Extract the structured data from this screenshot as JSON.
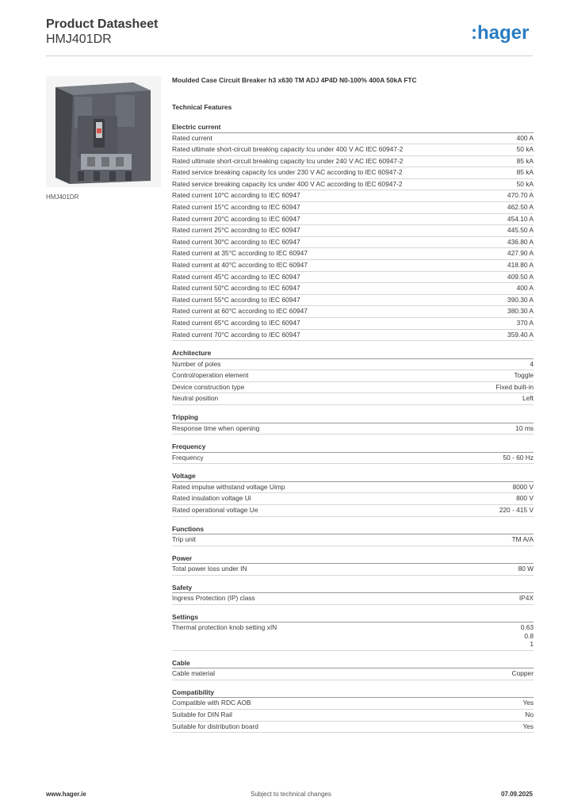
{
  "header": {
    "title": "Product Datasheet",
    "code": "HMJ401DR",
    "logo_text": ":hager",
    "brand_color": "#2a7cc2"
  },
  "product": {
    "image_caption": "HMJ401DR",
    "description": "Moulded Case Circuit Breaker h3 x630 TM ADJ 4P4D N0-100% 400A 50kA FTC",
    "tech_title": "Technical Features"
  },
  "sections": [
    {
      "title": "Electric current",
      "rows": [
        {
          "label": "Rated current",
          "value": "400 A"
        },
        {
          "label": "Rated ultimate short-circuit breaking capacity Icu under 400 V AC IEC 60947-2",
          "value": "50 kA"
        },
        {
          "label": "Rated ultimate short-circuit breaking capacity Icu under 240 V AC IEC 60947-2",
          "value": "85 kA"
        },
        {
          "label": "Rated service breaking capacity Ics under 230 V AC according to IEC 60947-2",
          "value": "85 kA"
        },
        {
          "label": "Rated service breaking capacity Ics under 400 V AC according to IEC 60947-2",
          "value": "50 kA"
        },
        {
          "label": "Rated current 10°C according to IEC 60947",
          "value": "470.70 A"
        },
        {
          "label": "Rated current 15°C according to IEC 60947",
          "value": "462.50 A"
        },
        {
          "label": "Rated current 20°C according to IEC 60947",
          "value": "454.10 A"
        },
        {
          "label": "Rated current 25°C according to IEC 60947",
          "value": "445.50 A"
        },
        {
          "label": "Rated current 30°C according to IEC 60947",
          "value": "436.80 A"
        },
        {
          "label": "Rated current at 35°C according to IEC 60947",
          "value": "427.90 A"
        },
        {
          "label": "Rated current at 40°C according to IEC 60947",
          "value": "418.80 A"
        },
        {
          "label": "Rated current 45°C according to IEC 60947",
          "value": "409.50 A"
        },
        {
          "label": "Rated current 50°C according to IEC 60947",
          "value": "400 A"
        },
        {
          "label": "Rated current 55°C according to IEC 60947",
          "value": "390.30 A"
        },
        {
          "label": "Rated current at 60°C according to IEC 60947",
          "value": "380.30 A"
        },
        {
          "label": "Rated current 65°C according to IEC 60947",
          "value": "370 A"
        },
        {
          "label": "Rated current 70°C according to IEC 60947",
          "value": "359.40 A"
        }
      ]
    },
    {
      "title": "Architecture",
      "rows": [
        {
          "label": "Number of poles",
          "value": "4"
        },
        {
          "label": "Control/operation element",
          "value": "Toggle"
        },
        {
          "label": "Device construction type",
          "value": "Fixed built-in"
        },
        {
          "label": "Neutral position",
          "value": "Left"
        }
      ]
    },
    {
      "title": "Tripping",
      "rows": [
        {
          "label": "Response time when opening",
          "value": "10 ms"
        }
      ]
    },
    {
      "title": "Frequency",
      "rows": [
        {
          "label": "Frequency",
          "value": "50 - 60 Hz"
        }
      ]
    },
    {
      "title": "Voltage",
      "rows": [
        {
          "label": "Rated impulse withstand voltage Uimp",
          "value": "8000 V"
        },
        {
          "label": "Rated insulation voltage Ui",
          "value": "800 V"
        },
        {
          "label": "Rated operational voltage Ue",
          "value": "220 - 415 V"
        }
      ]
    },
    {
      "title": "Functions",
      "rows": [
        {
          "label": "Trip unit",
          "value": "TM A/A"
        }
      ]
    },
    {
      "title": "Power",
      "rows": [
        {
          "label": "Total power loss under IN",
          "value": "80 W"
        }
      ]
    },
    {
      "title": "Safety",
      "rows": [
        {
          "label": "Ingress Protection (IP) class",
          "value": "IP4X"
        }
      ]
    },
    {
      "title": "Settings",
      "rows": [
        {
          "label": "Thermal protection knob setting xIN",
          "values": [
            "0.63",
            "0.8",
            "1"
          ]
        }
      ]
    },
    {
      "title": "Cable",
      "rows": [
        {
          "label": "Cable material",
          "value": "Copper"
        }
      ]
    },
    {
      "title": "Compatibility",
      "rows": [
        {
          "label": "Compatible with RDC AOB",
          "value": "Yes"
        },
        {
          "label": "Suitable for DIN Rail",
          "value": "No"
        },
        {
          "label": "Suitable for distribution board",
          "value": "Yes"
        }
      ]
    }
  ],
  "footer": {
    "website": "www.hager.ie",
    "notice": "Subject to technical changes",
    "date": "07.09.2025"
  }
}
